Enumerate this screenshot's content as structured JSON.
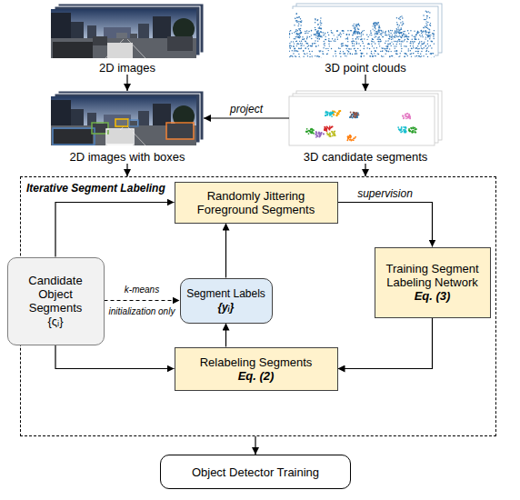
{
  "diagram": {
    "nodes": [
      {
        "text": [
          "2D images"
        ]
      },
      {
        "text": [
          "3D point clouds"
        ]
      },
      {
        "text": [
          "2D images with boxes"
        ]
      },
      {
        "text": [
          "3D candidate segments"
        ]
      },
      {
        "text": [
          "Iterative Segment Labeling"
        ]
      },
      {
        "text": [
          "Randomly Jittering Foreground Segments"
        ],
        "in": 4
      },
      {
        "text": [
          "Candidate Object Segments",
          "{ςᵢ}"
        ],
        "in": 4
      },
      {
        "text": [
          "Segment Labels",
          "{yᵢ}"
        ],
        "in": 4
      },
      {
        "text": [
          "Training Segment Labeling Network",
          "Eq. (3)"
        ],
        "in": 4
      },
      {
        "text": [
          "Relabeling Segments",
          "Eq. (2)"
        ],
        "in": 4
      },
      {
        "text": [
          "Object Detector Training"
        ]
      }
    ],
    "edges": [
      {
        "from": 0,
        "to": 2,
        "arrow": "to"
      },
      {
        "from": 1,
        "to": 3,
        "arrow": "to"
      },
      {
        "from": 3,
        "to": 2,
        "arrow": "to",
        "label": "project"
      },
      {
        "from": 2,
        "to": 4,
        "arrow": "to"
      },
      {
        "from": 3,
        "to": 4,
        "arrow": "to"
      },
      {
        "from": 6,
        "to": 5,
        "arrow": "to"
      },
      {
        "from": 6,
        "to": 9,
        "arrow": "to"
      },
      {
        "from": 6,
        "to": 7,
        "arrow": "to",
        "label": "k-means initialization only"
      },
      {
        "from": 7,
        "to": 5,
        "arrow": "to"
      },
      {
        "from": 9,
        "to": 7,
        "arrow": "to"
      },
      {
        "from": 5,
        "to": 8,
        "arrow": "to",
        "label": "supervision"
      },
      {
        "from": 8,
        "to": 9,
        "arrow": "to"
      },
      {
        "from": 4,
        "to": 10,
        "arrow": "to"
      }
    ]
  }
}
